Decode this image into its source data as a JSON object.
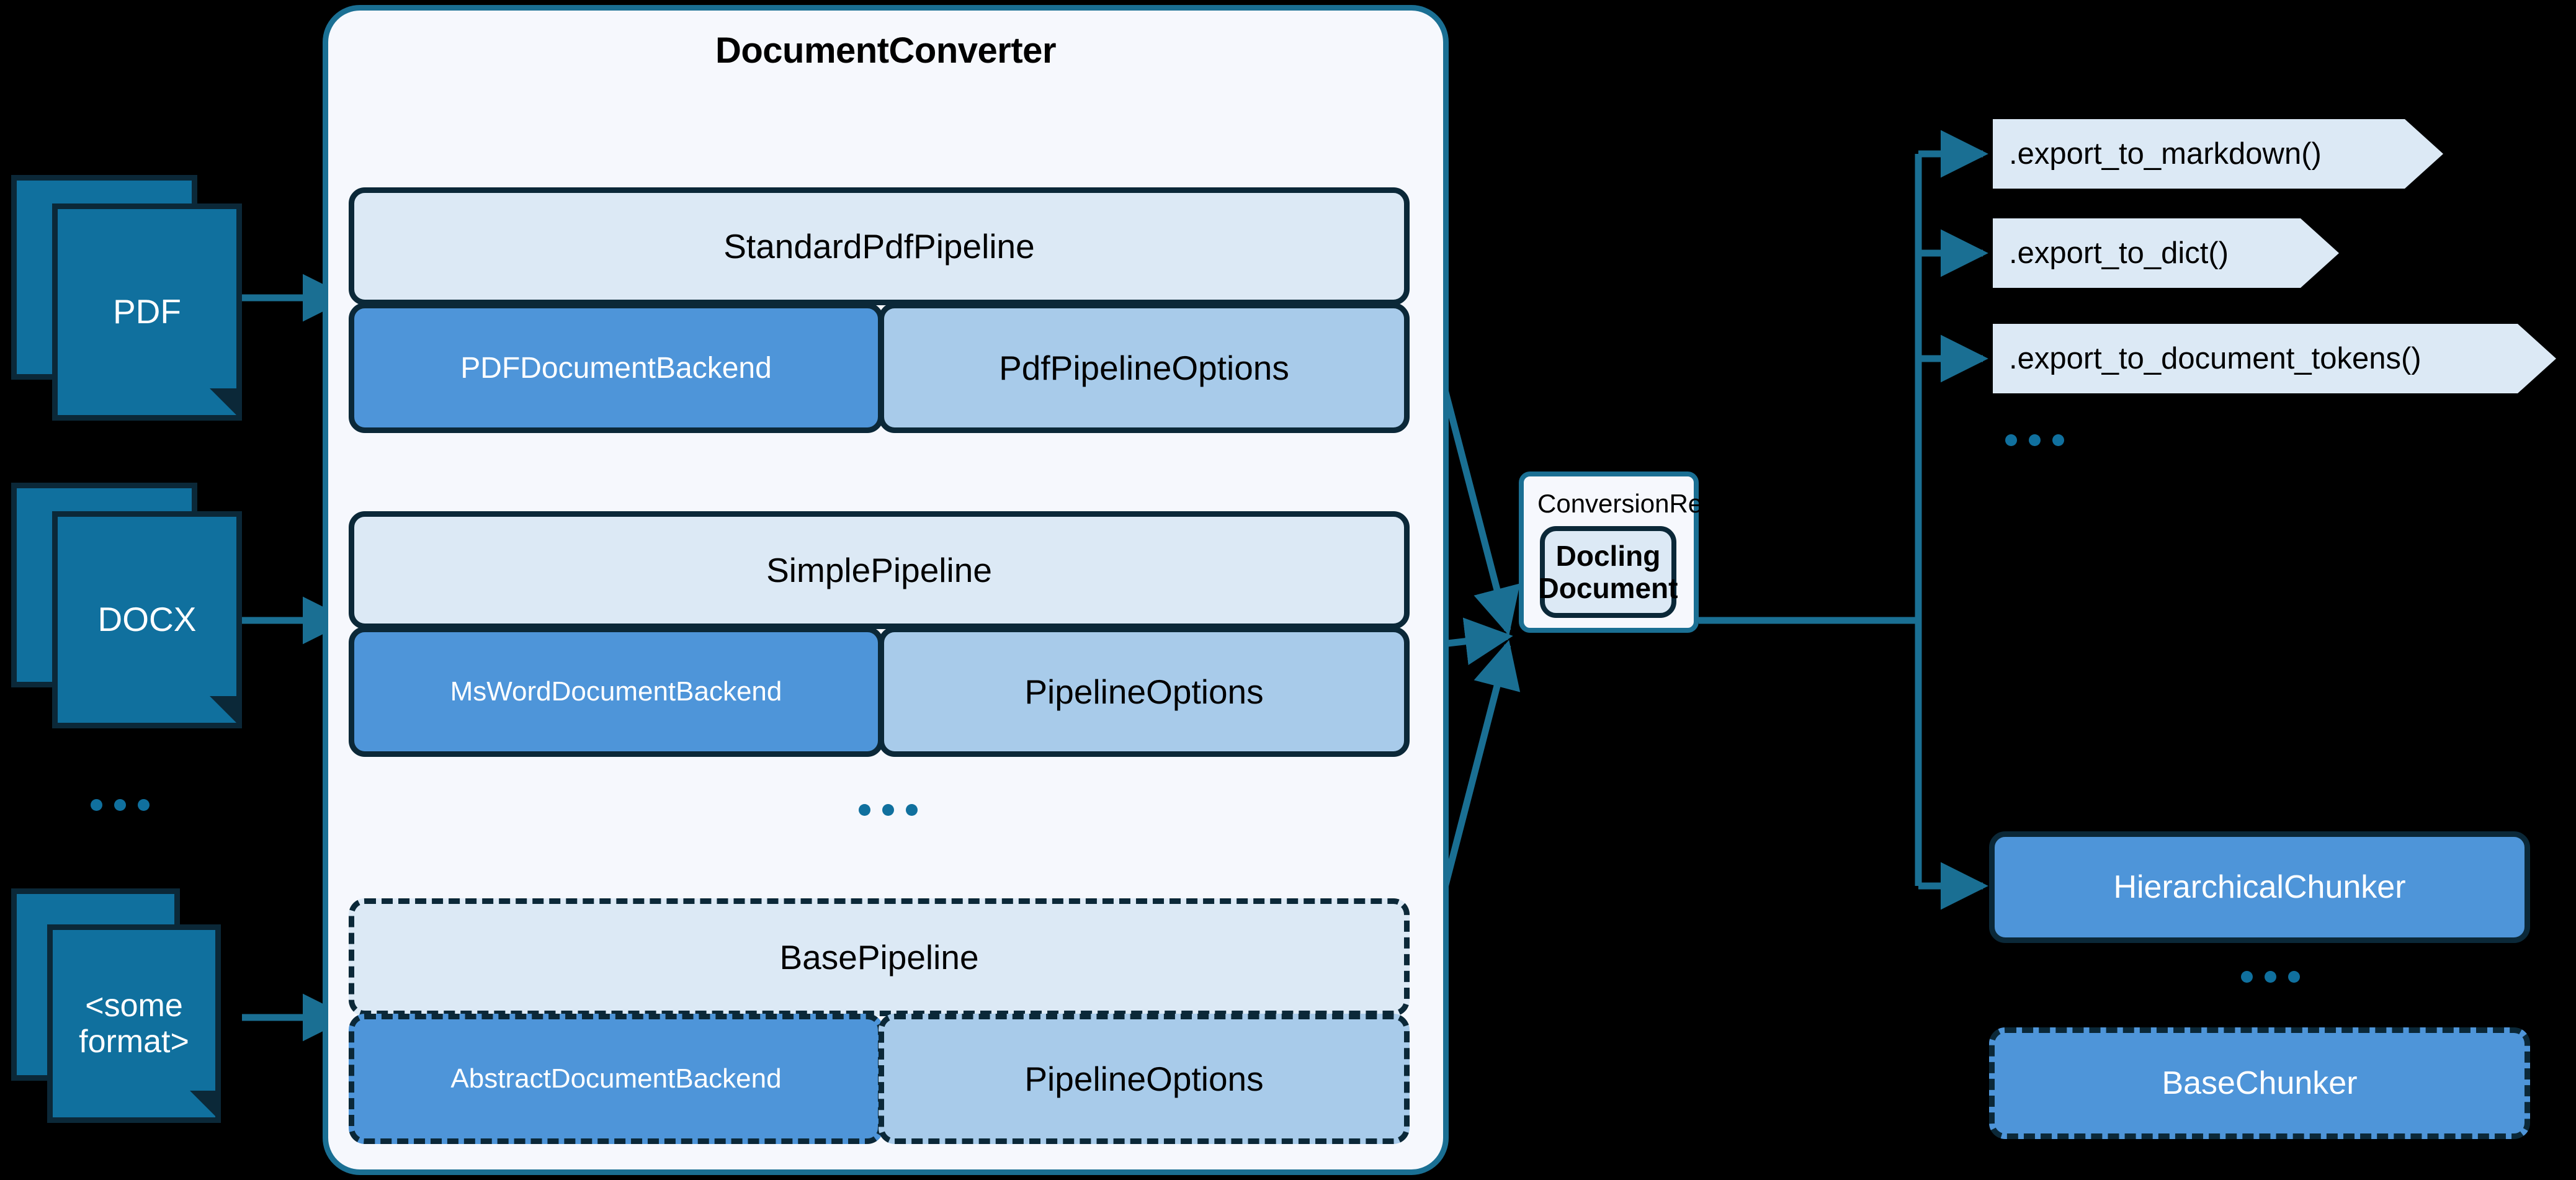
{
  "converter": {
    "title": "DocumentConverter",
    "border_color": "#1a6f93",
    "background": "#f6f8fd",
    "ellipsis": "..."
  },
  "inputs": [
    {
      "label": "PDF",
      "icon": "document-stack-icon"
    },
    {
      "label": "DOCX",
      "icon": "document-stack-icon"
    },
    {
      "label_line1": "<some",
      "label_line2": "format>",
      "icon": "document-stack-icon"
    }
  ],
  "inputs_ellipsis": "...",
  "pipelines": [
    {
      "name": "StandardPdfPipeline",
      "backend": "PDFDocumentBackend",
      "options": "PdfPipelineOptions",
      "style": "solid"
    },
    {
      "name": "SimplePipeline",
      "backend": "MsWordDocumentBackend",
      "options": "PipelineOptions",
      "style": "solid"
    },
    {
      "name": "BasePipeline",
      "backend": "AbstractDocumentBackend",
      "options": "PipelineOptions",
      "style": "dashed"
    }
  ],
  "conversion_result": {
    "label": "ConversionResult",
    "document_line1": "Docling",
    "document_line2": "Document"
  },
  "exports": [
    {
      "label": ".export_to_markdown()"
    },
    {
      "label": ".export_to_dict()"
    },
    {
      "label": ".export_to_document_tokens()"
    }
  ],
  "exports_ellipsis": "...",
  "chunkers": [
    {
      "label": "HierarchicalChunker",
      "style": "solid"
    },
    {
      "label": "BaseChunker",
      "style": "dashed"
    }
  ],
  "chunkers_ellipsis": "...",
  "colors": {
    "accent_teal": "#10709e",
    "edge_teal": "#1a6f93",
    "dark_navy": "#0b2838",
    "pipeline_head": "#dce9f5",
    "backend_blue": "#4e95d9",
    "options_blue": "#a8cbea",
    "chevron_fill": "#dce9f5",
    "canvas": "#000000"
  }
}
